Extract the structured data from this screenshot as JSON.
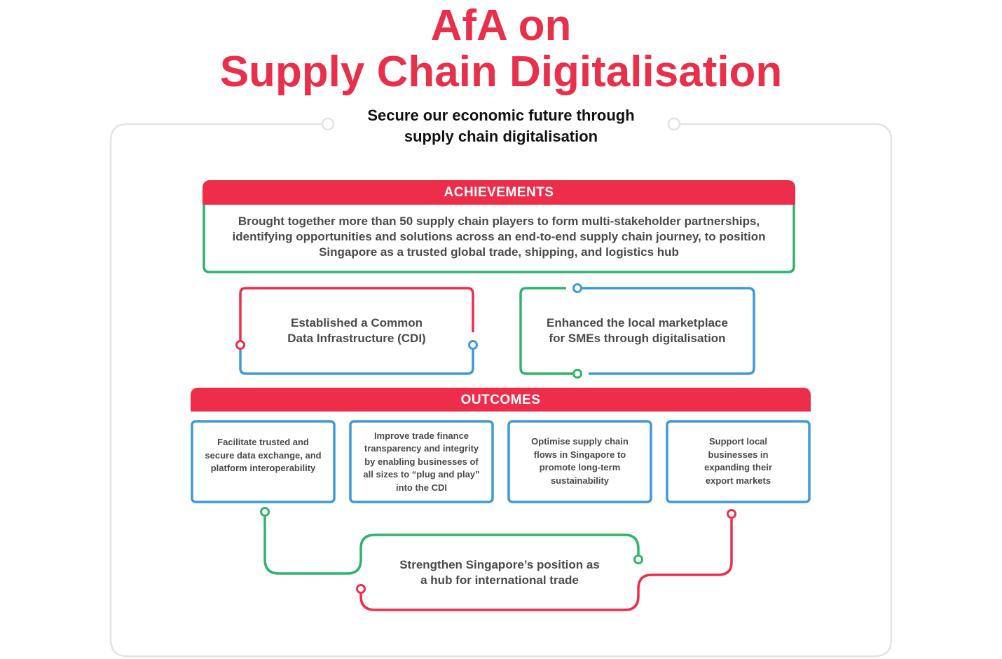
{
  "title": {
    "line1": "AfA on",
    "line2": "Supply Chain Digitalisation"
  },
  "subtitle": {
    "line1": "Secure our economic future through",
    "line2": "supply chain digitalisation"
  },
  "achievements": {
    "header": "ACHIEVEMENTS",
    "summary": {
      "line1": "Brought together more than 50 supply chain players to form multi-stakeholder partnerships,",
      "line2": "identifying opportunities and solutions across an end-to-end supply chain journey, to position",
      "line3": "Singapore as a trusted global trade, shipping, and logistics hub"
    },
    "items": [
      {
        "line1": "Established a Common",
        "line2": "Data Infrastructure (CDI)"
      },
      {
        "line1": "Enhanced the local marketplace",
        "line2": "for SMEs through digitalisation"
      }
    ]
  },
  "outcomes": {
    "header": "OUTCOMES",
    "items": [
      {
        "lines": [
          "Facilitate trusted and",
          "secure data exchange, and",
          "platform interoperability"
        ]
      },
      {
        "lines": [
          "Improve trade finance",
          "transparency and integrity",
          "by enabling businesses of",
          "all sizes to “plug and play”",
          "into the CDI"
        ]
      },
      {
        "lines": [
          "Optimise supply chain",
          "flows in Singapore to",
          "promote long-term",
          "sustainability"
        ]
      },
      {
        "lines": [
          "Support local",
          "businesses in",
          "expanding their",
          "export markets"
        ]
      }
    ]
  },
  "result": {
    "line1": "Strengthen Singapore’s position as",
    "line2": "a hub for international trade"
  },
  "colors": {
    "red": "#ee2d4a",
    "green": "#2fb46a",
    "blue": "#3b9ad8",
    "frame": "#e3e3e3",
    "text": "#4a4a4a"
  }
}
